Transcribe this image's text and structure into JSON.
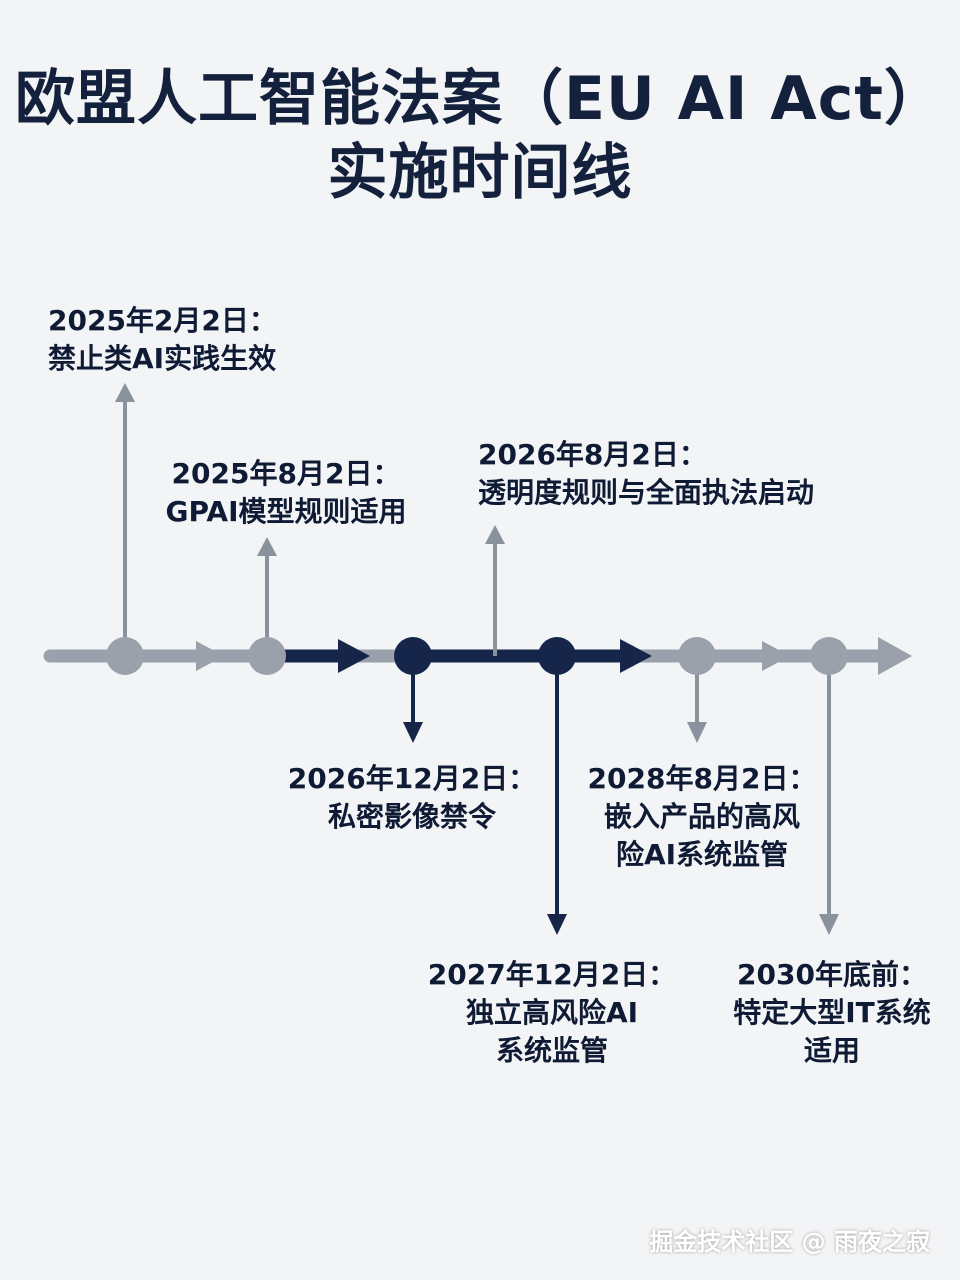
{
  "title": {
    "line1": "欧盟人工智能法案（EU AI Act）",
    "line2": "实施时间线"
  },
  "colors": {
    "navy": "#16264a",
    "gray": "#9aa1ab",
    "background": "#f3f4f6",
    "text": "#0f1b35"
  },
  "events": [
    {
      "date": "2025年2月2日：",
      "desc": [
        "禁止类AI实践生效"
      ],
      "style": "gray",
      "direction": "up"
    },
    {
      "date": "2025年8月2日：",
      "desc": [
        "GPAI模型规则适用"
      ],
      "style": "gray",
      "direction": "up"
    },
    {
      "date": "2026年8月2日：",
      "desc": [
        "透明度规则与全面执法启动"
      ],
      "style": "gray",
      "direction": "up"
    },
    {
      "date": "2026年12月2日：",
      "desc": [
        "私密影像禁令"
      ],
      "style": "navy",
      "direction": "down"
    },
    {
      "date": "2027年12月2日：",
      "desc": [
        "独立高风险AI",
        "系统监管"
      ],
      "style": "navy",
      "direction": "down"
    },
    {
      "date": "2028年8月2日：",
      "desc": [
        "嵌入产品的高风",
        "险AI系统监管"
      ],
      "style": "gray",
      "direction": "down"
    },
    {
      "date": "2030年底前：",
      "desc": [
        "特定大型IT系统",
        "适用"
      ],
      "style": "gray",
      "direction": "down"
    }
  ],
  "watermark": "掘金技术社区 @ 雨夜之寂"
}
